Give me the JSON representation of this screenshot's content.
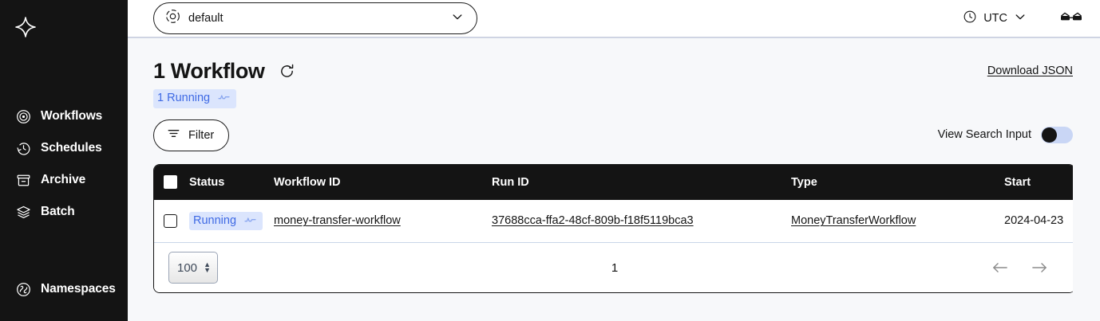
{
  "sidebar": {
    "logo_name": "temporal-logo",
    "items": [
      {
        "label": "Workflows",
        "icon": "workflows-icon"
      },
      {
        "label": "Schedules",
        "icon": "schedules-icon"
      },
      {
        "label": "Archive",
        "icon": "archive-icon"
      },
      {
        "label": "Batch",
        "icon": "batch-icon"
      }
    ],
    "bottom_items": [
      {
        "label": "Namespaces",
        "icon": "namespaces-icon"
      }
    ]
  },
  "topbar": {
    "namespace_value": "default",
    "namespace_icon": "namespace-icon",
    "namespace_chevron": "chevron-down-icon",
    "timezone_label": "UTC",
    "timezone_icon": "clock-icon",
    "timezone_chevron": "chevron-down-icon",
    "glasses_icon": "glasses-icon"
  },
  "header": {
    "title": "1 Workflow",
    "refresh_icon": "refresh-icon",
    "download_label": "Download JSON",
    "status_pill": {
      "label": "1 Running",
      "icon": "running-pulse-icon",
      "bg": "#dbe5fd",
      "fg": "#3f6ae4"
    }
  },
  "toolbar": {
    "filter_label": "Filter",
    "filter_icon": "filter-icon",
    "view_search_input_label": "View Search Input",
    "view_search_input_on": false
  },
  "table": {
    "columns": [
      "Status",
      "Workflow ID",
      "Run ID",
      "Type",
      "Start"
    ],
    "rows": [
      {
        "status": "Running",
        "status_icon": "running-pulse-icon",
        "workflow_id": "money-transfer-workflow",
        "run_id": "37688cca-ffa2-48cf-809b-f18f5119bca3",
        "type": "MoneyTransferWorkflow",
        "start": "2024-04-23 "
      }
    ]
  },
  "footer": {
    "rows_per_page": "100",
    "page_number": "1",
    "prev_icon": "arrow-left-icon",
    "next_icon": "arrow-right-icon"
  }
}
